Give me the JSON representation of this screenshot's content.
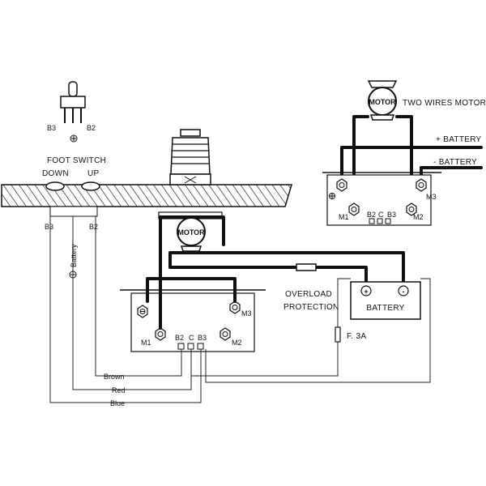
{
  "switch": {
    "b3": "B3",
    "b2": "B2",
    "ground_symbol": "ground-symbol"
  },
  "foot_switch": {
    "title": "FOOT SWITCH",
    "down": "DOWN",
    "up": "UP",
    "b3": "B3",
    "b2": "B2"
  },
  "battery_lead": "Battery",
  "motor_main": "MOTOR",
  "control_box_main": {
    "m1": "M1",
    "m2": "M2",
    "m3": "M3",
    "b2": "B2",
    "c": "C",
    "b3": "B3"
  },
  "overload": {
    "line1": "OVERLOAD",
    "line2": "PROTECTION"
  },
  "battery_main": {
    "label": "BATTERY",
    "plus": "+",
    "minus": "-"
  },
  "fuse": "F. 3A",
  "two_wire": {
    "title": "TWO WIRES MOTOR",
    "motor": "MOTOR",
    "plus_battery": "+ BATTERY",
    "minus_battery": "- BATTERY",
    "m1": "M1",
    "m2": "M2",
    "m3": "M3",
    "b2": "B2",
    "c": "C",
    "b3": "B3"
  },
  "wires": {
    "brown": "Brown",
    "red": "Red",
    "blue": "Blue"
  }
}
